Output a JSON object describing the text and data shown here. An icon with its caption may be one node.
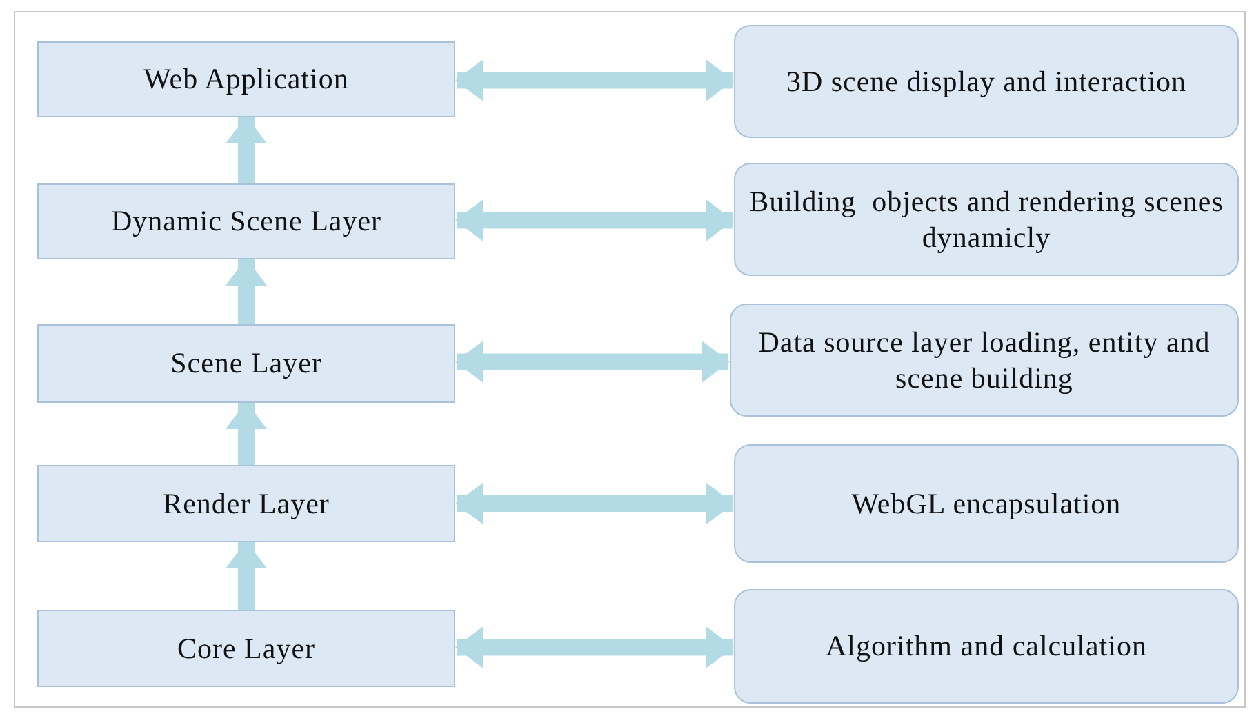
{
  "diagram": {
    "nodes": [
      {
        "text": [
          "Web Application"
        ]
      },
      {
        "text": [
          "3D scene display and interaction"
        ]
      },
      {
        "text": [
          "Dynamic Scene Layer"
        ]
      },
      {
        "text": [
          "Building  objects and rendering scenes dynamicly"
        ]
      },
      {
        "text": [
          "Scene Layer"
        ]
      },
      {
        "text": [
          "Data source layer loading, entity and scene building"
        ]
      },
      {
        "text": [
          "Render Layer"
        ]
      },
      {
        "text": [
          "WebGL encapsulation"
        ]
      },
      {
        "text": [
          "Core Layer"
        ]
      },
      {
        "text": [
          "Algorithm and calculation"
        ]
      }
    ],
    "edges": [
      {
        "from": 0,
        "to": 1,
        "arrow": "both"
      },
      {
        "from": 2,
        "to": 3,
        "arrow": "both"
      },
      {
        "from": 4,
        "to": 5,
        "arrow": "both"
      },
      {
        "from": 6,
        "to": 7,
        "arrow": "both"
      },
      {
        "from": 8,
        "to": 9,
        "arrow": "both"
      },
      {
        "from": 2,
        "to": 0,
        "arrow": "to"
      },
      {
        "from": 4,
        "to": 2,
        "arrow": "to"
      },
      {
        "from": 6,
        "to": 4,
        "arrow": "to"
      },
      {
        "from": 8,
        "to": 6,
        "arrow": "to"
      }
    ]
  }
}
